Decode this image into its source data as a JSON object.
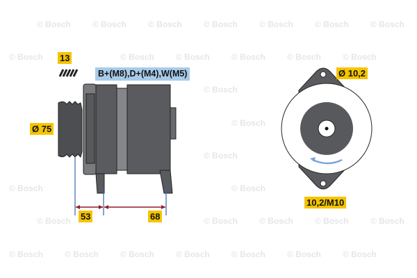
{
  "watermark": "© Bosch",
  "labels": {
    "quantity": "13",
    "terminals": "B+(M8),D+(M4),W(M5)",
    "pulley_diameter": "Ø 75",
    "dim_left": "53",
    "dim_right": "68",
    "hole_diameter": "Ø 10,2",
    "mount_hole": "10,2/M10"
  },
  "colors": {
    "label": "#f5c400",
    "terminal_label": "#a8cbe9",
    "body": "#5a5b5e",
    "dimension": "#8a1f2a"
  }
}
